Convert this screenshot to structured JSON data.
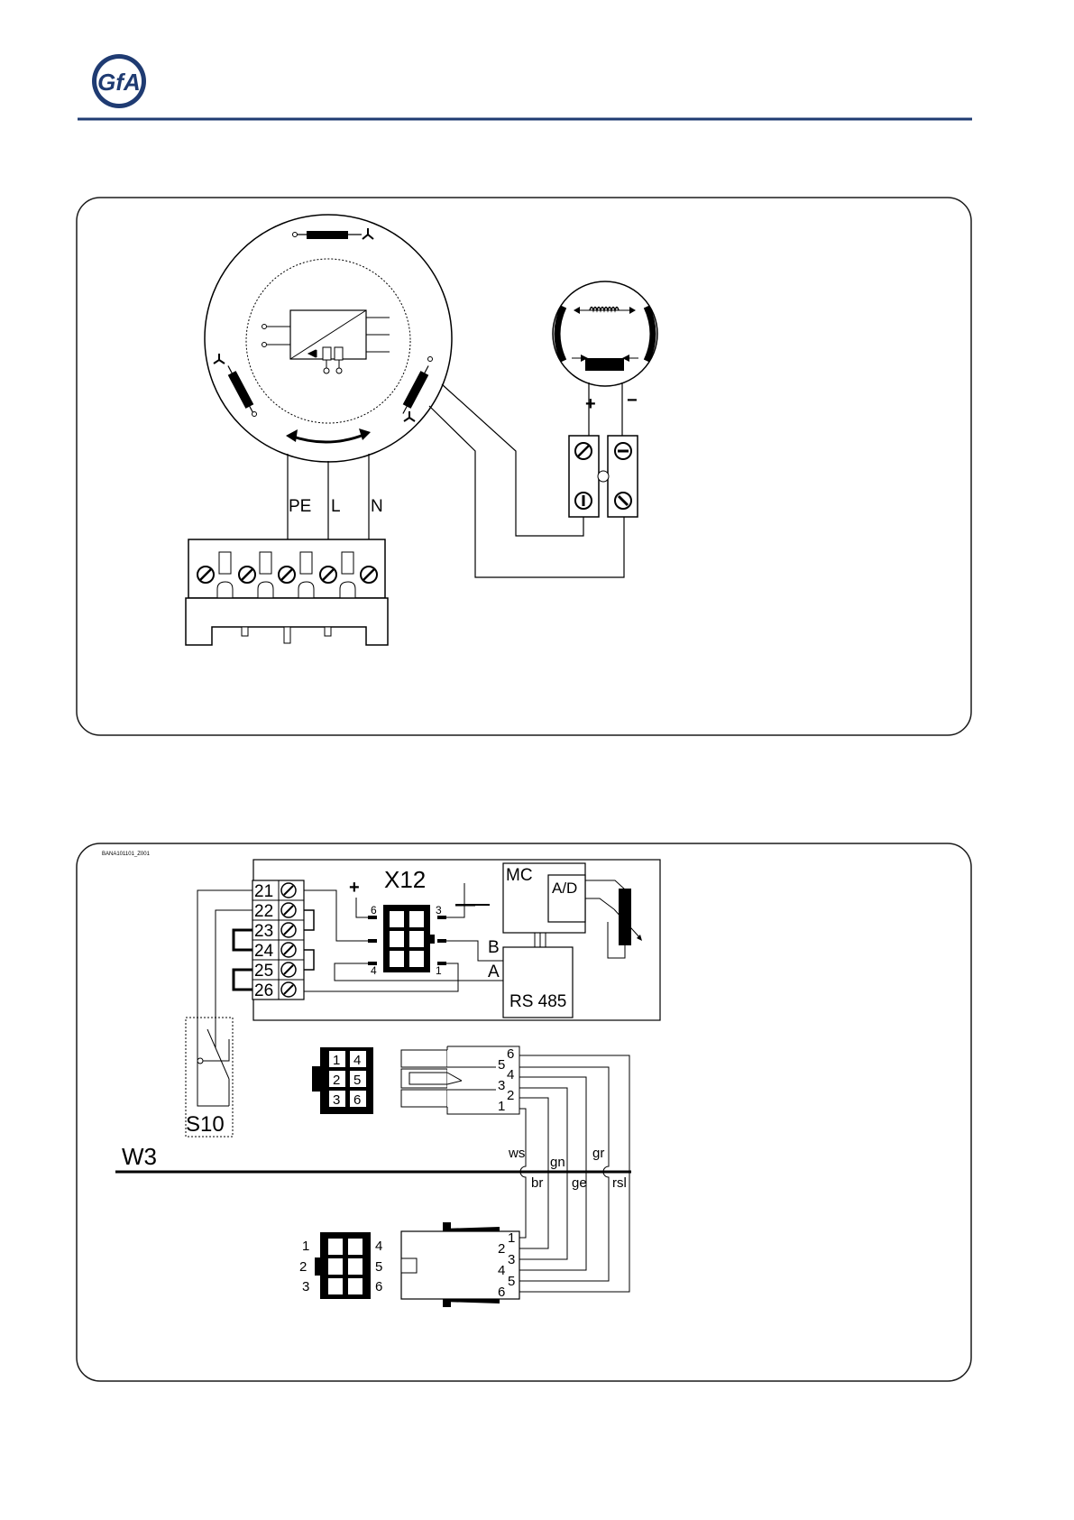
{
  "header": {
    "logo_text": "GfA",
    "rule_color": "#1f3b72"
  },
  "diagram1": {
    "wire_labels": {
      "pe": "PE",
      "l": "L",
      "n": "N"
    },
    "polarity": {
      "plus": "+",
      "minus": "−"
    }
  },
  "diagram2": {
    "ref_code": "BANA101101_Z001",
    "connector_title": "X12",
    "terminals": [
      "21",
      "22",
      "23",
      "24",
      "25",
      "26"
    ],
    "x12_pins": {
      "p6": "6",
      "p3": "3",
      "p4": "4",
      "p1": "1"
    },
    "bus_labels": {
      "b": "B",
      "a": "A"
    },
    "plus": "+",
    "blocks": {
      "mc": "MC",
      "ad": "A/D",
      "rs485": "RS 485"
    },
    "switch_label": "S10",
    "cable_label": "W3",
    "upper_grid": [
      "1",
      "4",
      "2",
      "5",
      "3",
      "6"
    ],
    "upper_plug_pins": [
      "6",
      "5",
      "4",
      "3",
      "2",
      "1"
    ],
    "wire_colors": {
      "ws": "ws",
      "gn": "gn",
      "gr": "gr",
      "br": "br",
      "ge": "ge",
      "rsl": "rsl"
    },
    "lower_grid_labels": [
      "1",
      "2",
      "3",
      "4",
      "5",
      "6"
    ],
    "lower_plug_pins": [
      "1",
      "2",
      "3",
      "4",
      "5",
      "6"
    ]
  },
  "colors": {
    "line": "#000000",
    "frame": "#1a1a1a",
    "brand": "#1f3b72"
  }
}
